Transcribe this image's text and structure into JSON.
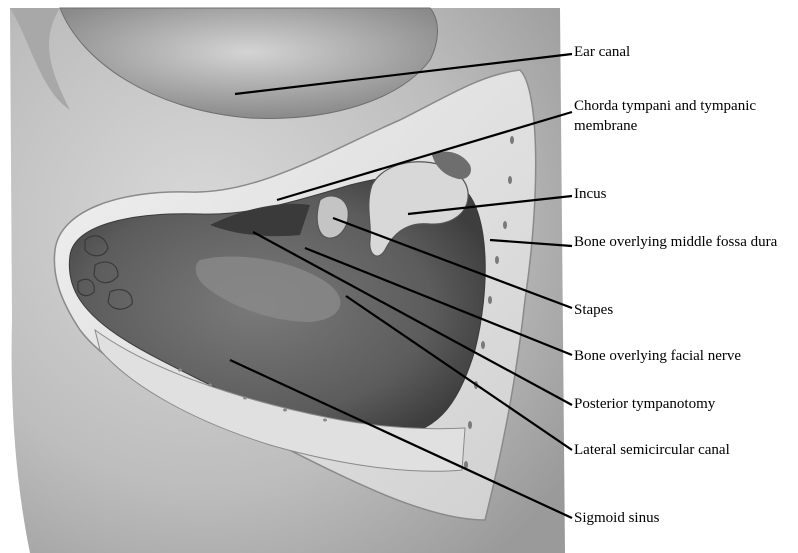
{
  "figure": {
    "description_name": "temporal-bone-dissection",
    "colors": {
      "background": "#ffffff",
      "line": "#000000",
      "bone_light": "#e6e6e6",
      "bone_mid": "#c8c8c8",
      "cavity_dark": "#5a5a5a"
    }
  },
  "labels": [
    {
      "id": "ear-canal",
      "text": "Ear canal"
    },
    {
      "id": "chorda-tympani",
      "text": "Chorda tympani and tympanic membrane"
    },
    {
      "id": "incus",
      "text": "Incus"
    },
    {
      "id": "bone-middle-fossa",
      "text": "Bone overlying middle fossa dura"
    },
    {
      "id": "stapes",
      "text": "Stapes"
    },
    {
      "id": "bone-facial-nerve",
      "text": "Bone overlying facial nerve"
    },
    {
      "id": "posterior-tympanotomy",
      "text": "Posterior tympanotomy"
    },
    {
      "id": "lateral-semicircular-canal",
      "text": "Lateral semicircular canal"
    },
    {
      "id": "sigmoid-sinus",
      "text": "Sigmoid sinus"
    }
  ]
}
